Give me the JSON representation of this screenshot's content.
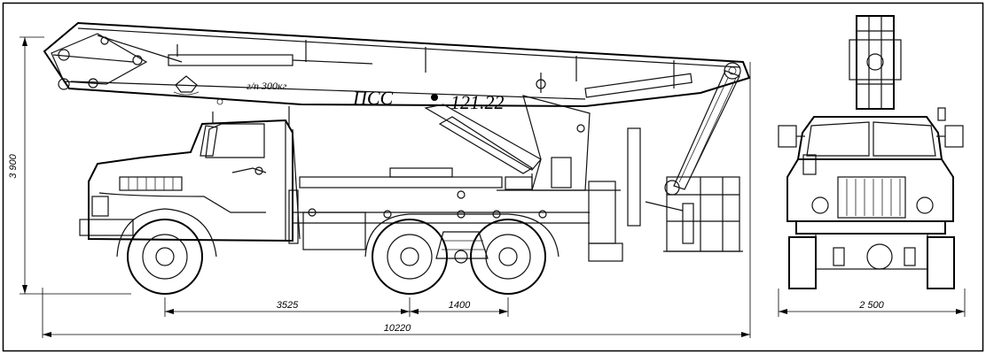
{
  "model_name": "ПСС",
  "model_number": "121.22",
  "capacity_label": "г/п 300кг",
  "dimensions": {
    "height": "3 900",
    "wheelbase_front": "3525",
    "wheelbase_rear": "1400",
    "overall_length": "10220",
    "width": "2 500"
  }
}
